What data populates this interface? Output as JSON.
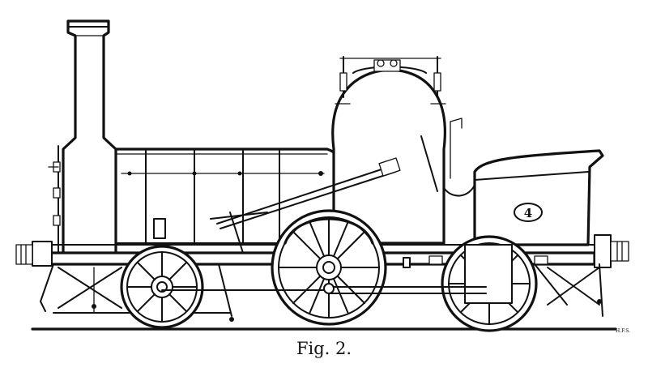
{
  "figure": {
    "caption": "Fig. 2.",
    "engine_number": "4",
    "signature": "H.F.S."
  }
}
